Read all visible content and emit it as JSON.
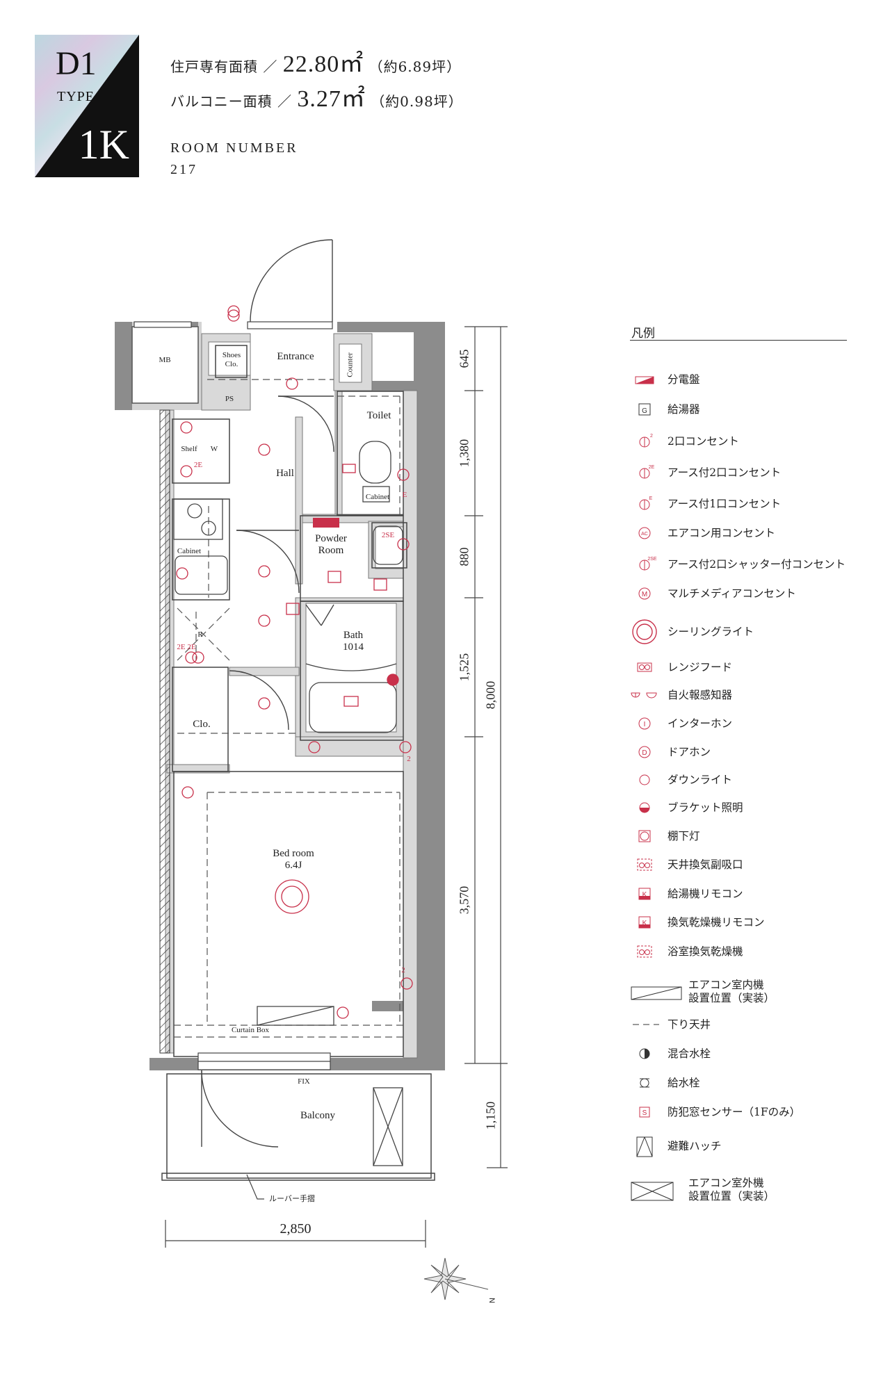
{
  "header": {
    "type_code": "D1",
    "type_label": "TYPE",
    "layout": "1K",
    "area_label": "住戸専有面積 ／",
    "area_value": "22.80㎡",
    "area_tsubo": "（約6.89坪）",
    "balcony_label": "バルコニー面積 ／",
    "balcony_value": "3.27㎡",
    "balcony_tsubo": "（約0.98坪）",
    "room_number_label": "ROOM NUMBER",
    "room_number": "217"
  },
  "plan": {
    "rooms": {
      "mb": "MB",
      "shoes": "Shoes\nClo.",
      "entrance": "Entrance",
      "counter": "Counter",
      "ps": "PS",
      "toilet": "Toilet",
      "toilet_cabinet": "Cabinet",
      "shelf": "Shelf",
      "w": "W",
      "hall": "Hall",
      "kitchen_cabinet": "Cabinet",
      "powder": "Powder\nRoom",
      "r": "R",
      "outlet_2e2e": "2E 2E",
      "outlet_2e": "2E",
      "outlet_2se": "2SE",
      "outlet_e": "E",
      "bath": "Bath\n1014",
      "clo": "Clo.",
      "bed": "Bed room\n6.4J",
      "curtain": "Curtain Box",
      "fix": "FIX",
      "balcony": "Balcony",
      "louver": "ルーバー手摺",
      "num2a": "2",
      "num2b": "2"
    },
    "dimensions": {
      "d1": "645",
      "d2": "1,380",
      "d3": "880",
      "d4": "1,525",
      "d5": "3,570",
      "total": "8,000",
      "balcony_depth": "1,150",
      "width": "2,850"
    },
    "compass": "N"
  },
  "legend": {
    "title": "凡例",
    "items": [
      {
        "icon": "panel-icon",
        "label": "分電盤"
      },
      {
        "icon": "water-heater-icon",
        "label": "給湯器"
      },
      {
        "icon": "outlet-2-icon",
        "label": "2口コンセント"
      },
      {
        "icon": "outlet-2e-icon",
        "label": "アース付2口コンセント"
      },
      {
        "icon": "outlet-e-icon",
        "label": "アース付1口コンセント"
      },
      {
        "icon": "ac-outlet-icon",
        "label": "エアコン用コンセント"
      },
      {
        "icon": "outlet-2se-icon",
        "label": "アース付2口シャッター付コンセント"
      },
      {
        "icon": "multimedia-icon",
        "label": "マルチメディアコンセント"
      },
      {
        "icon": "ceiling-light-icon",
        "label": "シーリングライト"
      },
      {
        "icon": "range-hood-icon",
        "label": "レンジフード"
      },
      {
        "icon": "fire-alarm-icon",
        "label": "自火報感知器"
      },
      {
        "icon": "intercom-icon",
        "label": "インターホン"
      },
      {
        "icon": "door-phone-icon",
        "label": "ドアホン"
      },
      {
        "icon": "downlight-icon",
        "label": "ダウンライト"
      },
      {
        "icon": "bracket-light-icon",
        "label": "ブラケット照明"
      },
      {
        "icon": "shelf-light-icon",
        "label": "棚下灯"
      },
      {
        "icon": "ceiling-vent-icon",
        "label": "天井換気副吸口"
      },
      {
        "icon": "heater-remote-icon",
        "label": "給湯機リモコン"
      },
      {
        "icon": "dryer-remote-icon",
        "label": "換気乾燥機リモコン"
      },
      {
        "icon": "bath-dryer-icon",
        "label": "浴室換気乾燥機"
      },
      {
        "icon": "ac-indoor-icon",
        "label": "エアコン室内機\n設置位置（実装）"
      },
      {
        "icon": "drop-ceiling-icon",
        "label": "下り天井"
      },
      {
        "icon": "mixing-faucet-icon",
        "label": "混合水栓"
      },
      {
        "icon": "water-tap-icon",
        "label": "給水栓"
      },
      {
        "icon": "window-sensor-icon",
        "label": "防犯窓センサー（1Fのみ）"
      },
      {
        "icon": "escape-hatch-icon",
        "label": "避難ハッチ"
      },
      {
        "icon": "ac-outdoor-icon",
        "label": "エアコン室外機\n設置位置（実装）"
      }
    ],
    "glyphs": {
      "g": "G",
      "num2": "2",
      "num2e": "2E",
      "e": "E",
      "ac": "AC",
      "num2se": "2SE",
      "m": "M",
      "i": "I",
      "d": "D",
      "k": "K",
      "s": "S"
    }
  },
  "colors": {
    "accent": "#c8304a",
    "wall": "#8c8c8c",
    "wall_light": "#d9d9d9",
    "ink": "#1f1f1f"
  }
}
